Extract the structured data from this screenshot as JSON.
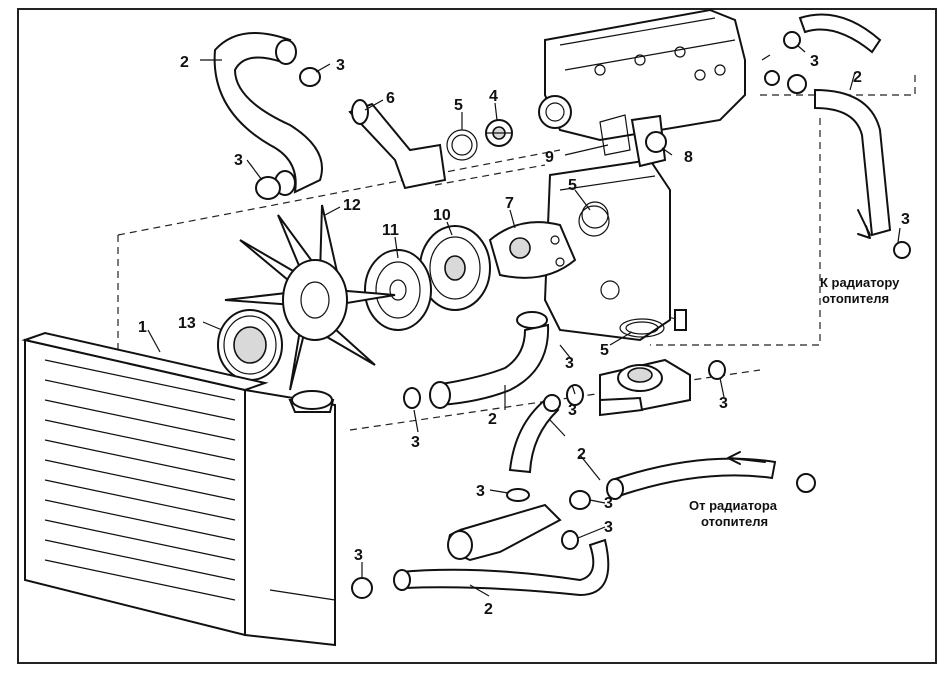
{
  "labels": {
    "n1": "1",
    "n2": "2",
    "n3": "3",
    "n4": "4",
    "n5": "5",
    "n6": "6",
    "n7": "7",
    "n8": "8",
    "n9": "9",
    "n10": "10",
    "n11": "11",
    "n12": "12",
    "n13": "13"
  },
  "captions": {
    "to_heater_line1": "К радиатору",
    "to_heater_line2": "отопителя",
    "from_heater_line1": "От радиатора",
    "from_heater_line2": "отопителя"
  }
}
